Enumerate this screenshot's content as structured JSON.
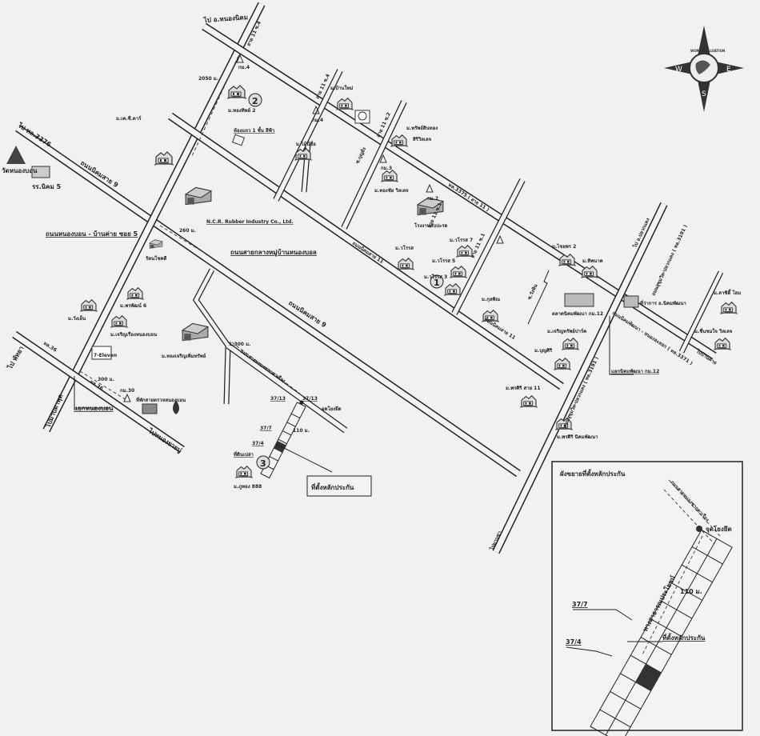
{
  "map": {
    "roads": {
      "to_nong_yai": "ไป อ.หนองนิคม",
      "soi_11_4_a": "สาย 11 ซ.4",
      "soi_11_4_b": "สาย 11 ซ.4",
      "soi_11_2": "สาย 11 ซ.2",
      "soi_11_1": "สาย 11 ซ.1",
      "route_3375": "ทล.3375 ( สาย 11 )",
      "to_3376": "ไป ทล.3376",
      "nikhom_9_a": "ถนนนิคมสาย 9",
      "nikhom_9_b": "ถนนนิคมสาย 9",
      "nikhom_11_a": "ถนนนิคมสาย 11",
      "nikhom_11_b": "ถนนนิคมสาย 11",
      "nongbon_bankhai": "ถนนหนองบอน - บ้านค่าย ซอย 5",
      "village_center_road": "ถนนสายกลางหมู่บ้านหนองบอล",
      "to_pattaya": "ไป พัทยา",
      "route_36_a": "ทล.36",
      "route_36_b": "ทล.36",
      "to_map_ta_phut": "ไปมาบตาพุด",
      "nongbon_junction": "แยกหนองบอน",
      "to_nong_yai_bu": "ไปหนองยายบู่",
      "nong_chak_road": "ถนนสายหนองชากตาเรือง",
      "to_pluak_daeng": "ไป อ.ปลวกแดง",
      "sukhumvit_pluakdaeng_a": "ถนนสุขุมวิท-ปลวกแดง ( ทล.3191 )",
      "sukhumvit_pluakdaeng_b": "ถนนสุขุมวิท-ปลวกแดง ( ทล.3191 )",
      "nikhom_nonglalok": "ถนนนิคมพัฒนา - หนองละลอก ( ทล.3371 )",
      "to_ban_khai": "ไปบ้านค่าย",
      "to_map_kha": "ไปมาบข่า",
      "soi_wanghin": "ซ.วังหิน",
      "soi_bunyang": "ซ.บุญยัง",
      "nikhom_junction": "แยกนิคมพัฒนา กม.12"
    },
    "distances": {
      "d2050": "2050 ม.",
      "d260": "260 ม.",
      "d300": "300 ม.",
      "d1300": "1,300 ม.",
      "d110": "110 ม."
    },
    "km_markers": {
      "km4_a": "กม.4",
      "km4_b": "กม.4",
      "km3": "กม.3",
      "km2": "กม.2",
      "km30": "กม.30"
    },
    "places": {
      "thongthip2": "ม.ทองทิพย์ 2",
      "kc_dar": "ม.เค.ซี.ดาร์",
      "shophouse": "ห้องแถว 1 ชั้น สีฟ้า",
      "ban_mai": "ม.บ้านใหม่",
      "mai_mitr": "ม.ไม้มีชื่อ",
      "wat_nongbon": "วัดหนองบอน",
      "school": "รร.นิคม 5",
      "ncr": "N.C.R. Rubber Industry Co., Ltd.",
      "rattana": "รัตนโชคดี",
      "wang_yen": "ม.วังเย็น",
      "phonphat6": "ม.พรพัฒน์ 6",
      "charoen_rueang": "ม.เจริญเรืองหนองบอน",
      "police": "ที่พักสายตรวจหนองบอน",
      "thong_charoen": "ม.ทองเจริญเพิ่มทรัพย์",
      "vacant": "ที่ดินเปล่า",
      "phuthong": "ม.ภูทอง 888",
      "sapsin_thong": "ม.ทรัพย์สินทอง",
      "siri_village": "สิริวิลเลจ",
      "thongchai": "ม.ทองชัย วิลเลจ",
      "factory": "โรงงานสับปะรด",
      "waroros": "ม.วโรรส",
      "waroros7": "ม.วโรรส 7",
      "waroros5": "ม.วโรรส 5",
      "waroros3": "ม.วโรรส 3",
      "kulphin": "ม.กุลพิณ",
      "chaiyaphon2": "ม.ไชยพร 2",
      "thipnak": "ม.ทิพนาค",
      "market": "ตลาดนิคมพัฒนา กม.12",
      "district_office": "ที่ว่าการ อ.นิคมพัฒนา",
      "charoen_park": "ม.เจริญทรัพย์ปาร์ค",
      "bunsiri": "ม.บุญศิริ",
      "phonsiri11": "ม.พรศิริ สาย 11",
      "phonsiri_nikhom": "ม.พรศิริ นิคมพัฒนา",
      "la_city": "ม.ลาซิตี้ โฮม",
      "chuenchom": "ม.ชื่นชมใจ วิลเลจ",
      "seven_eleven": "7-Eleven"
    },
    "plots": {
      "p37_13_a": "37/13",
      "p37_13_b": "37/13",
      "p37_7": "37/7",
      "p37_4": "37/4",
      "anchor": "จุดโยงยึด",
      "collateral": "ที่ตั้งหลักประกัน"
    },
    "markers": {
      "m1": "1",
      "m2": "2",
      "m3": "3"
    }
  },
  "compass": {
    "brand": "WORLD VALUATION",
    "west": "W",
    "east": "E",
    "south": "S"
  },
  "inset": {
    "title": "ผังขยายที่ตั้งหลักประกัน",
    "road": "ถนนสายหนองชากตาเรือง",
    "anchor": "จุดโยงยึด",
    "p37_7": "37/7",
    "p37_4": "37/4",
    "distance": "110 ม.",
    "public_way": "ทางสาธารณประโยชน์",
    "collateral": "ที่ตั้งหลักประกัน"
  },
  "colors": {
    "ink": "#222222",
    "paper": "#f1f1ef",
    "plot_fill": "#333333"
  }
}
